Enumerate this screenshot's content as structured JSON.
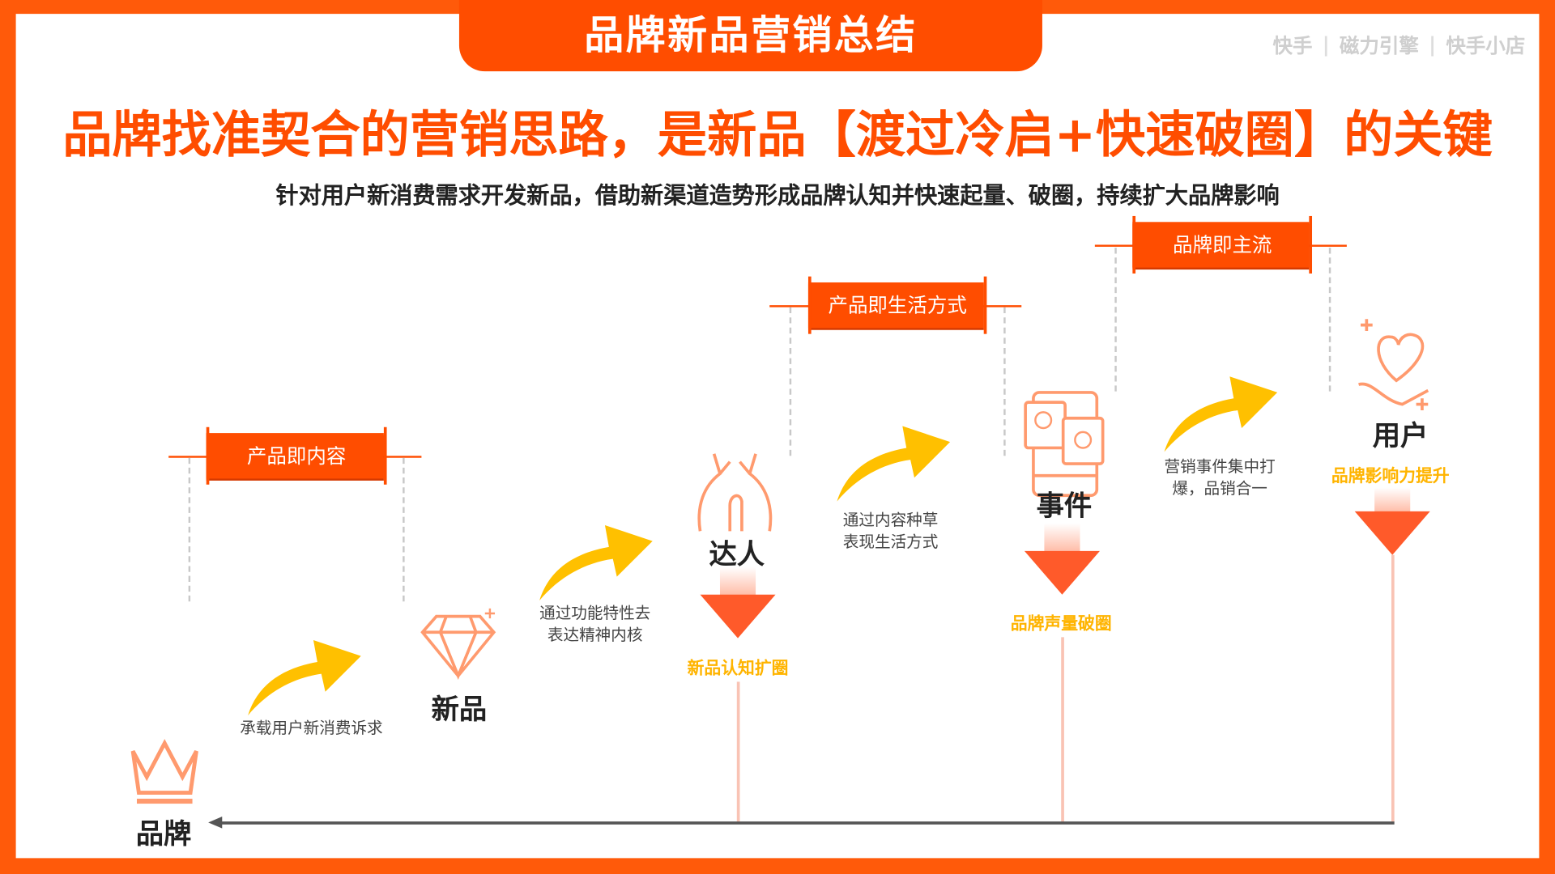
{
  "title": "品牌新品营销总结",
  "logos": [
    "快手",
    "磁力引擎",
    "快手小店"
  ],
  "headline": "品牌找准契合的营销思路，是新品【渡过冷启+快速破圈】的关键",
  "subtitle": "针对用户新消费需求开发新品，借助新渠道造势形成品牌认知并快速起量、破圈，持续扩大品牌影响",
  "tags": [
    "产品即内容",
    "产品即生活方式",
    "品牌即主流"
  ],
  "steps": [
    {
      "label": "品牌",
      "icon": "crown-icon"
    },
    {
      "label": "新品",
      "icon": "diamond-icon"
    },
    {
      "label": "达人",
      "icon": "hands-icon"
    },
    {
      "label": "事件",
      "icon": "phone-chat-icon"
    },
    {
      "label": "用户",
      "icon": "heart-hand-icon"
    }
  ],
  "captions": [
    "承载用户新消费诉求",
    "通过功能特性去\n表达精神内核",
    "通过内容种草\n表现生活方式",
    "营销事件集中打\n爆，品销合一"
  ],
  "outcomes": [
    "新品认知扩圈",
    "品牌声量破圈",
    "品牌影响力提升"
  ],
  "colors": {
    "primary": "#ff4d00",
    "accent": "#ffb400",
    "icon": "#ff9a6e"
  }
}
